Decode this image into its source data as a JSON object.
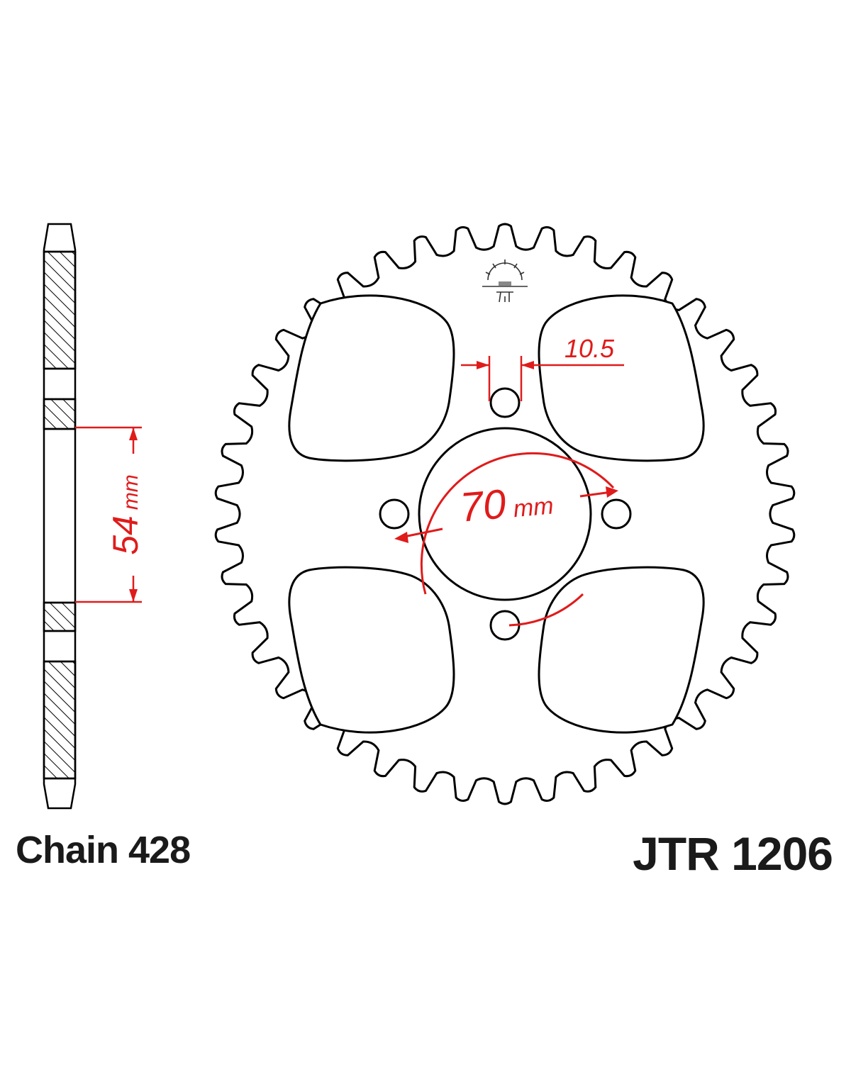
{
  "diagram": {
    "chain_label": "Chain 428",
    "part_number": "JTR 1206",
    "dim_bore_pitch": "54",
    "dim_bore_pitch_unit": "mm",
    "dim_pcd": "70",
    "dim_pcd_unit": "mm",
    "dim_hole": "10.5",
    "line_color": "#000000",
    "dimension_color": "#e01b1b",
    "logo_icon": "jt-sprocket-logo-icon"
  }
}
